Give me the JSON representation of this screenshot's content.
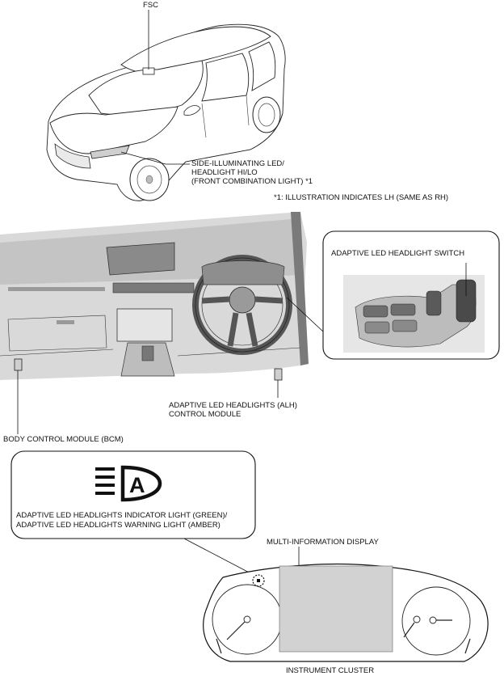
{
  "labels": {
    "fsc": "FSC",
    "side_led_1": "SIDE-ILLUMINATING LED/",
    "side_led_2": "HEADLIGHT HI/LO",
    "side_led_3": "(FRONT COMBINATION LIGHT) *1",
    "footnote": "*1: ILLUSTRATION INDICATES LH (SAME AS RH)",
    "switch_title": "ADAPTIVE LED HEADLIGHT SWITCH",
    "alh_1": "ADAPTIVE LED HEADLIGHTS (ALH)",
    "alh_2": "CONTROL MODULE",
    "bcm": "BODY CONTROL MODULE (BCM)",
    "indicator_1": "ADAPTIVE LED HEADLIGHTS INDICATOR LIGHT (GREEN)/",
    "indicator_2": "ADAPTIVE LED HEADLIGHTS WARNING LIGHT (AMBER)",
    "mid": "MULTI-INFORMATION DISPLAY",
    "cluster": "INSTRUMENT CLUSTER"
  },
  "icons": {
    "indicator_symbol": "adaptive-led-headlight-icon",
    "indicator_letter": "A"
  }
}
